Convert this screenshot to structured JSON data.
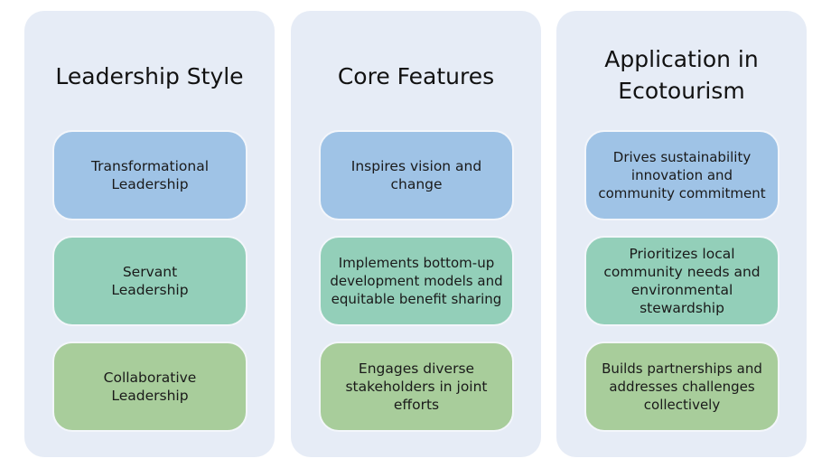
{
  "colors": {
    "panel_bg": "#e6ecf6",
    "row_colors": [
      "#9fc3e6",
      "#93cfb9",
      "#a8cd9b"
    ]
  },
  "columns": [
    {
      "title": "Leadership Style",
      "items": [
        "Transformational Leadership",
        "Servant Leadership",
        "Collaborative Leadership"
      ]
    },
    {
      "title": "Core Features",
      "items": [
        "Inspires vision and change",
        "Implements bottom-up development models and equitable benefit sharing",
        "Engages diverse stakeholders in joint efforts"
      ]
    },
    {
      "title": "Application in Ecotourism",
      "items": [
        "Drives sustainability innovation and community commitment",
        "Prioritizes local community needs and environmental stewardship",
        "Builds partnerships and addresses challenges collectively"
      ]
    }
  ]
}
